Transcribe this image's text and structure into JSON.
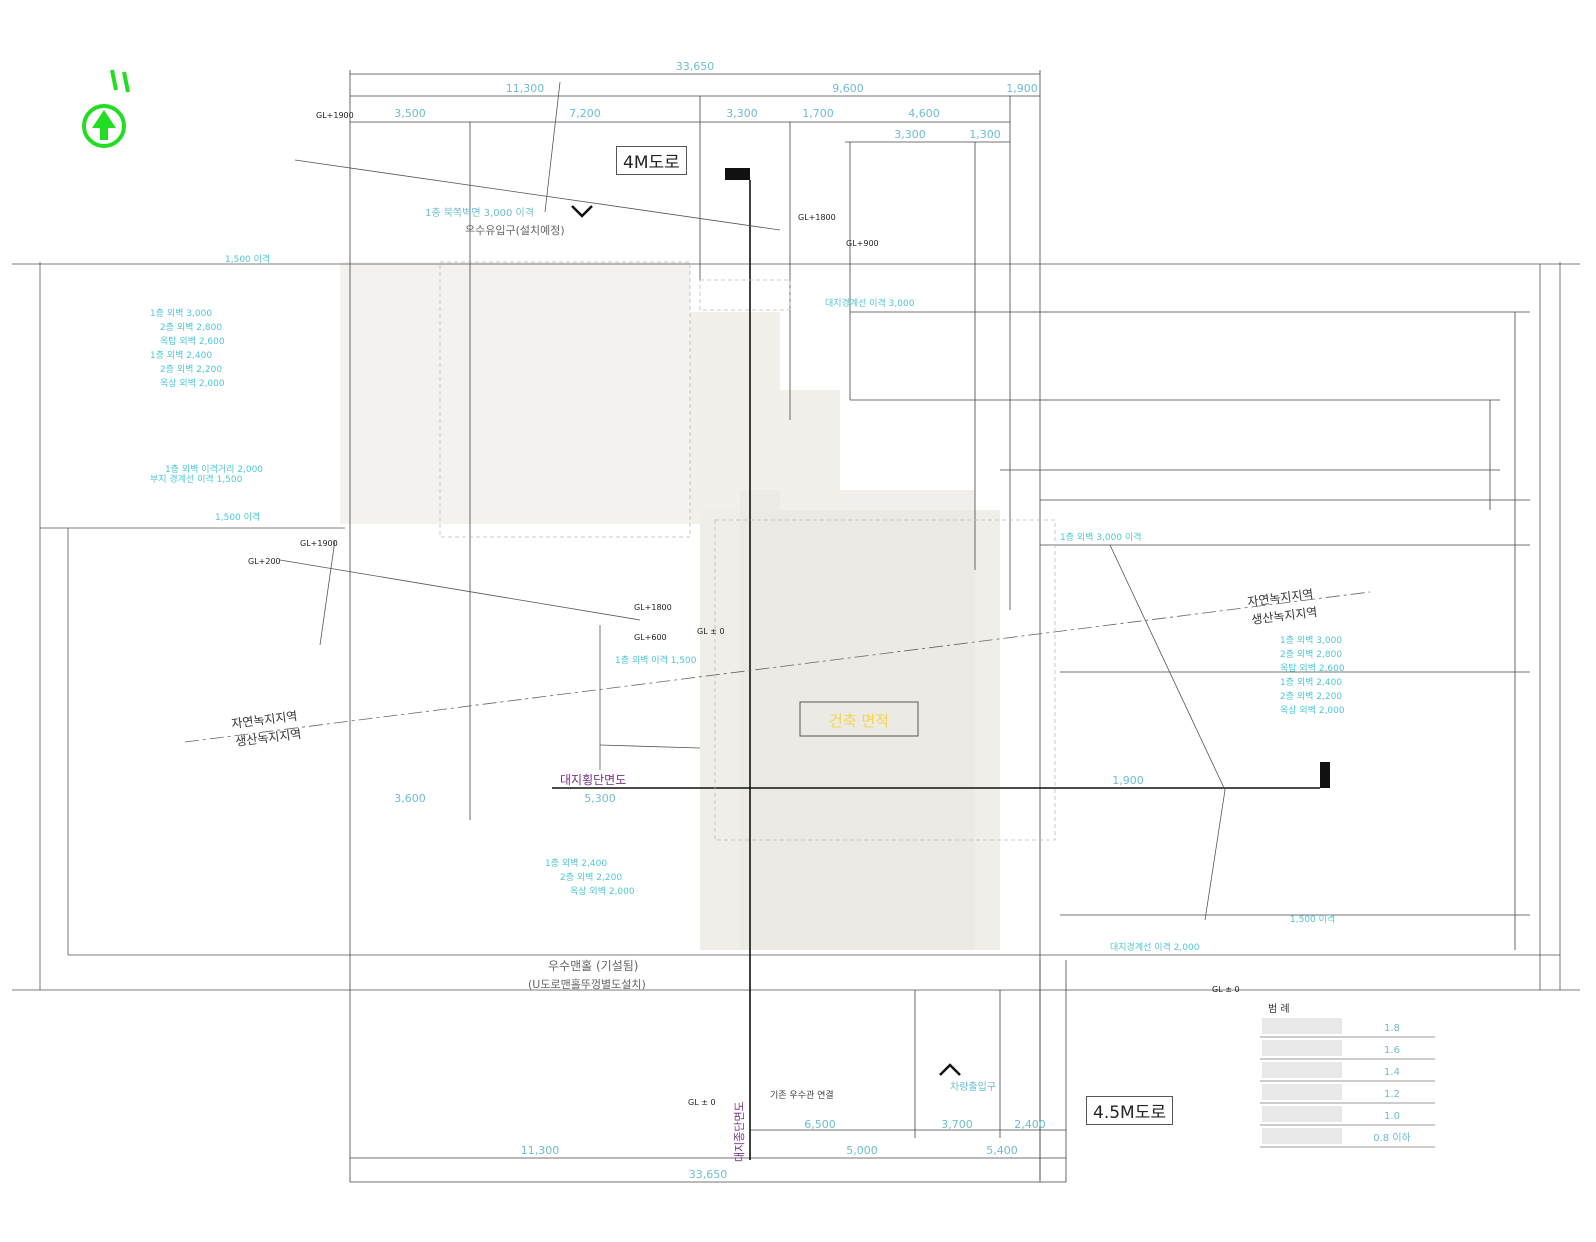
{
  "roads": {
    "north": "4M도로",
    "south": "4.5M도로"
  },
  "section_labels": {
    "sec_mid": "대지횡단면도",
    "sec_south": "대지종단면도"
  },
  "zones": {
    "west_line1": "자연녹지지역",
    "west_line2": "생산녹지지역",
    "east_line1": "자연녹지지역",
    "east_line2": "생산녹지지역"
  },
  "notes": {
    "retaining_wall_line1": "우수맨홀 (기설됨)",
    "retaining_wall_line2": "(U도로맨홀뚜껑별도설치)",
    "north_note_1": "1층 북쪽벽면 3,000 이격",
    "north_note_2": "우수유입구(설치예정)",
    "south_note": "기존 우수관 연결",
    "south_note_2": "차량출입구"
  },
  "levels": {
    "gl1900_a": "GL+1900",
    "gl1800_b": "GL+1800",
    "gl900": "GL+900",
    "gl1900_c": "GL+1900",
    "gl200": "GL+200",
    "gl1800_d": "GL+1800",
    "gl600": "GL+600",
    "gl0_a": "GL ± 0",
    "gl0_b": "GL ± 0",
    "gl0_c": "GL ± 0"
  },
  "dims": {
    "top_total": "33,650",
    "top_a": "11,300",
    "top_b": "9,600",
    "top_c": "1,900",
    "row2_a": "3,500",
    "row2_b": "7,200",
    "row2_c": "3,300",
    "row2_d": "1,700",
    "row2_e": "4,600",
    "row3_a": "3,300",
    "row3_b": "1,300",
    "bot_total": "33,650",
    "bot_a": "11,300",
    "bot_b": "5,000",
    "bot_c": "5,400",
    "bot2_a": "6,500",
    "bot2_b": "3,700",
    "bot2_c": "2,400",
    "mid_a": "3,600",
    "mid_b": "5,300",
    "mid_c": "1,900"
  },
  "legend": {
    "title": "범 례",
    "rows": [
      "1.8",
      "1.6",
      "1.4",
      "1.2",
      "1.0",
      "0.8 이하"
    ]
  },
  "building_label": "건축 면적"
}
